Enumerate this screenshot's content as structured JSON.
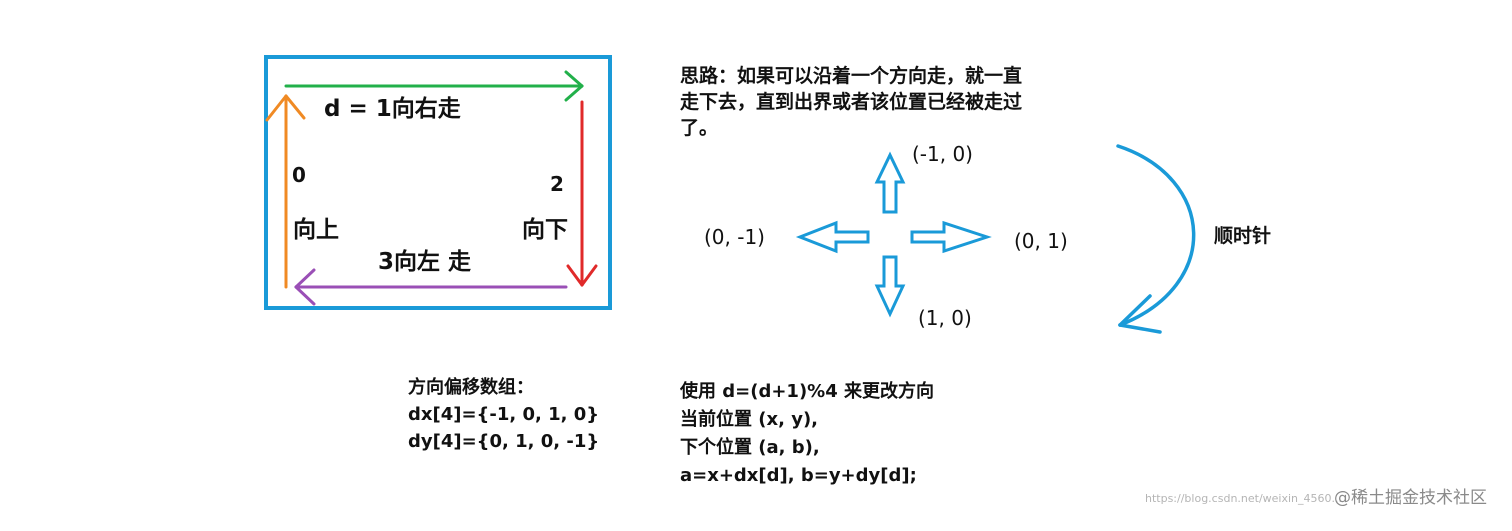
{
  "colors": {
    "frame": "#1a9ad8",
    "right_arrow": "#22b04a",
    "down_arrow": "#e02a2a",
    "left_arrow": "#9a4fb6",
    "up_arrow": "#f08a24",
    "offset_arrows": "#1a9ad8",
    "clockwise_arc": "#1a9ad8",
    "text": "#111111"
  },
  "loop_labels": {
    "right": "d  = 1向右走",
    "down_index": "2",
    "down_text": "向下",
    "left": "3向左 走",
    "up_index": "0",
    "up_text": "向上"
  },
  "idea": {
    "lines": [
      "思路：如果可以沿着一个方向走，就一直",
      "走下去，直到出界或者该位置已经被走过",
      "了。"
    ]
  },
  "offsets": {
    "up": "(-1, 0)",
    "left": "(0, -1)",
    "right": "(0, 1)",
    "down": "(1, 0)"
  },
  "clockwise_label": "顺时针",
  "offset_arrays": {
    "lines": [
      "方向偏移数组：",
      "dx[4]={-1, 0, 1, 0}",
      "dy[4]={0, 1, 0, -1}"
    ]
  },
  "usage": {
    "lines": [
      "使用  d=(d+1)%4  来更改方向",
      "当前位置  (x, y),",
      "下个位置  (a, b),",
      "a=x+dx[d], b=y+dy[d];"
    ]
  },
  "watermark": {
    "url": "https://blog.csdn.net/weixin_4560...",
    "brand": "@稀土掘金技术社区"
  }
}
